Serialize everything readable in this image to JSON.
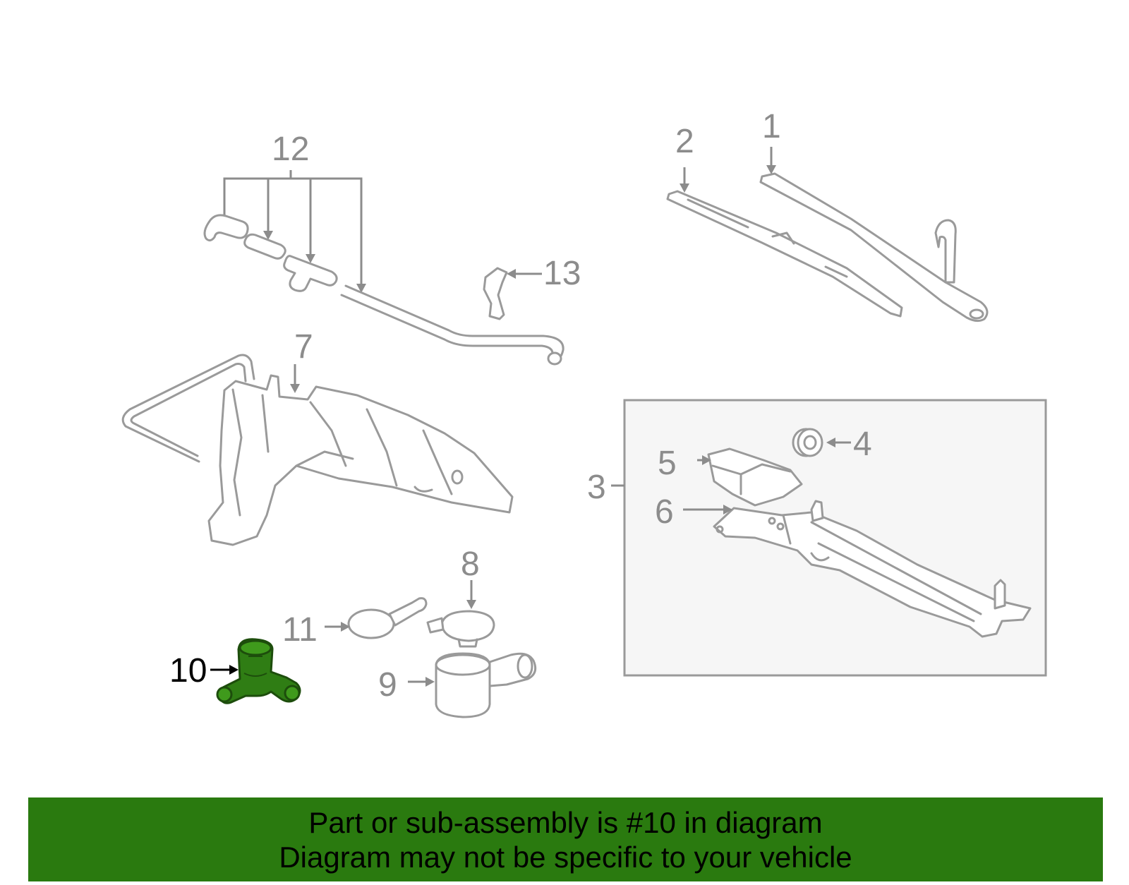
{
  "colors": {
    "highlight_part": "#2f7d14",
    "banner": "#2a7a0f",
    "line_art": "#9a9a9a",
    "callout_text": "#8c8c8c",
    "highlight_text": "#000000",
    "assembly_box_fill": "#f6f6f6"
  },
  "callouts": {
    "c1": "1",
    "c2": "2",
    "c3": "3",
    "c4": "4",
    "c5": "5",
    "c6": "6",
    "c7": "7",
    "c8": "8",
    "c9": "9",
    "c10": "10",
    "c11": "11",
    "c12": "12",
    "c13": "13"
  },
  "highlighted_callout": "10",
  "banner": {
    "line1": "Part or sub-assembly is #10 in diagram",
    "line2": "Diagram may not be specific to your vehicle"
  }
}
